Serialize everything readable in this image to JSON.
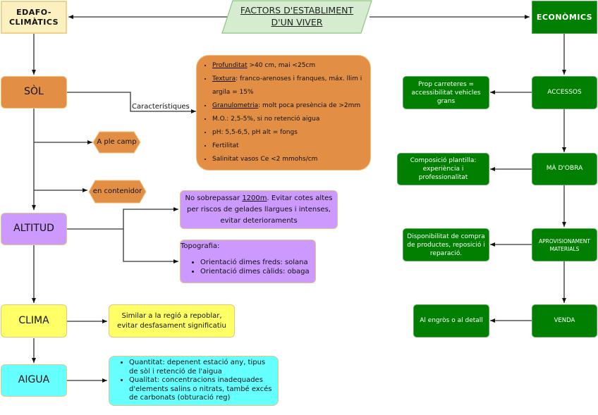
{
  "title": "FACTORS D'ESTABLIMENT D'UN VIVER",
  "title_line1": "FACTORS D'ESTABLIMENT",
  "title_line2": "D'UN VIVER",
  "left_root": {
    "line1": "EDAFO-",
    "line2": "CLIMÀTICS"
  },
  "right_root": "ECONÒMICS",
  "sol": {
    "label": "SÒL",
    "edge_label": "Característiques",
    "characteristics": [
      {
        "key": "Profunditat",
        "text": " >40 cm, mai <25cm"
      },
      {
        "key": "Textura",
        "text": ": franco-arenoses i franques, máx. llim i argila = 15%"
      },
      {
        "key": "Granulometria",
        "text": ": molt poca presència de >2mm"
      },
      {
        "key": "",
        "text": "M.O.: 2,5-5%, si no retenció aigua"
      },
      {
        "key": "",
        "text": "pH: 5,5-6,5, pH alt = fongs"
      },
      {
        "key": "",
        "text": "Fertilitat"
      },
      {
        "key": "",
        "text": "Salinitat vasos Ce <2 mmohs/cm"
      }
    ],
    "options": [
      "A ple camp",
      "en contenidor"
    ]
  },
  "altitud": {
    "label": "ALTITUD",
    "note_pre": "No sobrepassar ",
    "note_key": "1200m",
    "note_post": ". Evitar cotes altes per riscos de gelades llargues i intenses, evitar deterioraments",
    "topo_title": "Topografia:",
    "topo_items": [
      "Orientació dimes freds: solana",
      "Orientació dimes càlids: obaga"
    ]
  },
  "clima": {
    "label": "CLIMA",
    "note": "Similar a la regió a repoblar, evitar desfasament significatiu"
  },
  "aigua": {
    "label": "AIGUA",
    "items": [
      "Quantitat: depenent estació any, tipus de sòl i retenció de l'aigua",
      "Qualitat: concentracions inadequades d'elements salins o nitrats, també excés de carbonats (obturació reg)"
    ]
  },
  "economics": [
    {
      "label": "ACCESSOS",
      "detail": "Prop carreteres = accessibilitat vehicles grans"
    },
    {
      "label": "MÀ D'OBRA",
      "detail": "Composició plantilla: experiència i professionalitat"
    },
    {
      "label": "APROVISIONAMENT MATERIALS",
      "detail": "Disponibilitat de compra de productes, reposició i reparació."
    },
    {
      "label": "VENDA",
      "detail": "Al engròs o al detall"
    }
  ],
  "colors": {
    "cream": "#fdf0c0",
    "orange": "#e28f45",
    "purple": "#cc99ff",
    "yellow": "#ffff66",
    "cyan": "#66ffff",
    "green": "#007f00",
    "title_bg": "#d5ecd0"
  }
}
